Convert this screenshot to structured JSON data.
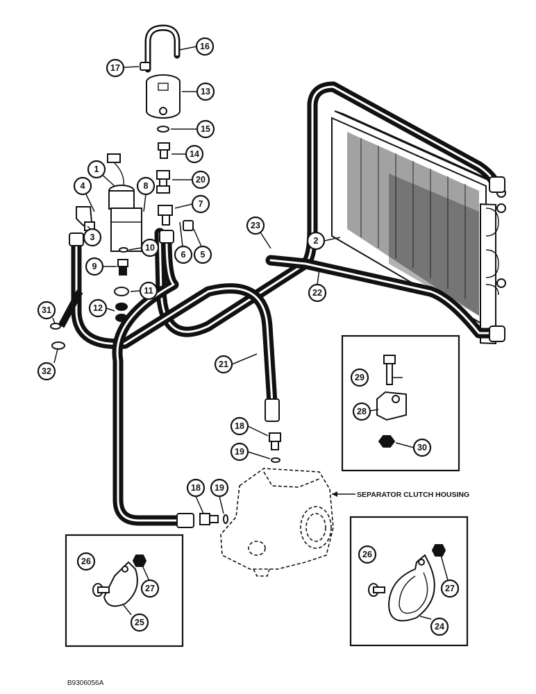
{
  "diagram": {
    "reference_code": "B9306056A",
    "housing_label": "SEPARATOR CLUTCH HOUSING",
    "callouts": [
      "1",
      "2",
      "3",
      "4",
      "5",
      "6",
      "7",
      "8",
      "9",
      "10",
      "11",
      "12",
      "13",
      "14",
      "15",
      "16",
      "17",
      "18",
      "18",
      "19",
      "19",
      "20",
      "21",
      "22",
      "23",
      "24",
      "25",
      "26",
      "26",
      "27",
      "27",
      "28",
      "29",
      "30",
      "31",
      "32"
    ]
  }
}
